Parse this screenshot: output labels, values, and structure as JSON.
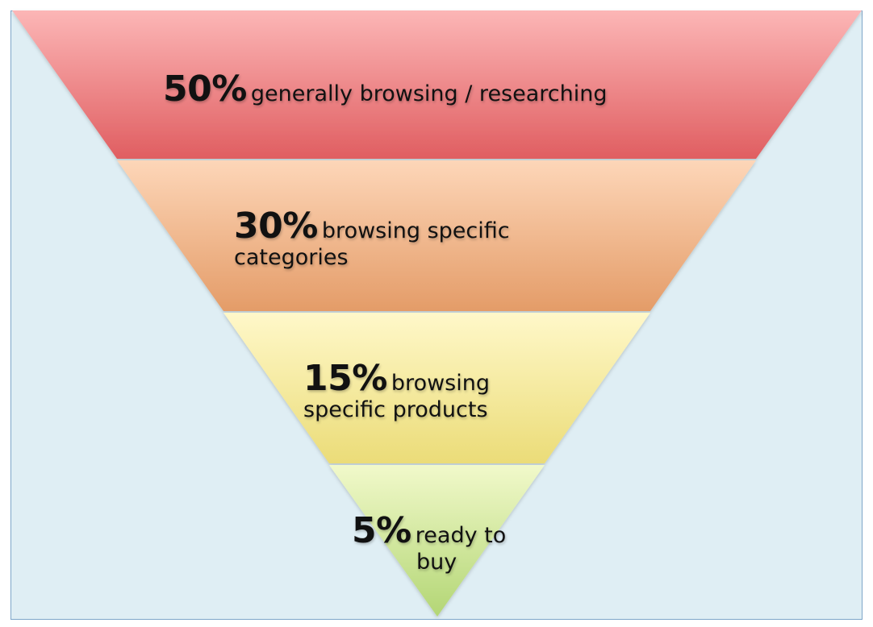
{
  "funnel": {
    "stages": [
      {
        "percent": "50%",
        "text": "generally browsing / researching",
        "color_top": "#fbb1b1",
        "color_bottom": "#e36265"
      },
      {
        "percent": "30%",
        "text": "browsing specific categories",
        "color_top": "#fcd3b3",
        "color_bottom": "#e6a06c"
      },
      {
        "percent": "15%",
        "text": "browsing specific products",
        "color_top": "#fdf5c3",
        "color_bottom": "#ecdf7b"
      },
      {
        "percent": "5%",
        "text_line1": "ready to",
        "text_line2": "buy",
        "color_top": "#eff8c6",
        "color_bottom": "#b6d979"
      }
    ],
    "background_color": "#dfeef4",
    "border_color": "#7ea6c9"
  }
}
